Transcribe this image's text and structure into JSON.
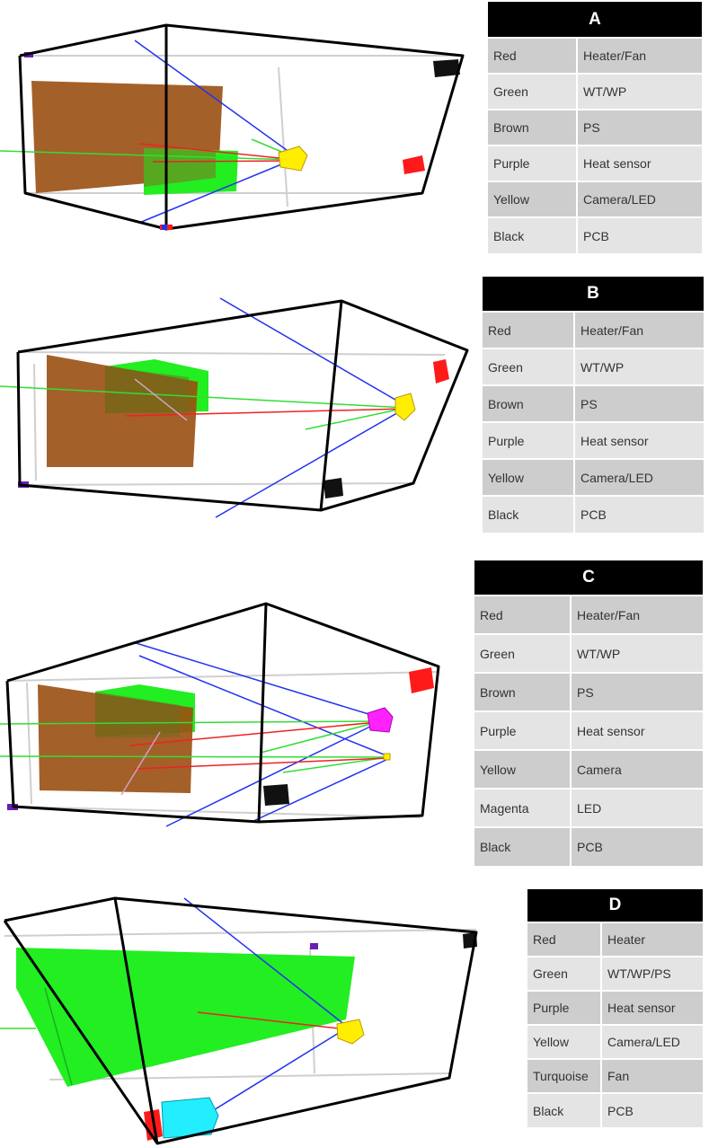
{
  "panels": [
    {
      "label": "A",
      "rows": [
        {
          "color": "Red",
          "component": "Heater/Fan"
        },
        {
          "color": "Green",
          "component": "WT/WP"
        },
        {
          "color": "Brown",
          "component": "PS"
        },
        {
          "color": "Purple",
          "component": "Heat sensor"
        },
        {
          "color": "Yellow",
          "component": "Camera/LED"
        },
        {
          "color": "Black",
          "component": "PCB"
        }
      ]
    },
    {
      "label": "B",
      "rows": [
        {
          "color": "Red",
          "component": "Heater/Fan"
        },
        {
          "color": "Green",
          "component": "WT/WP"
        },
        {
          "color": "Brown",
          "component": "PS"
        },
        {
          "color": "Purple",
          "component": "Heat sensor"
        },
        {
          "color": "Yellow",
          "component": "Camera/LED"
        },
        {
          "color": "Black",
          "component": "PCB"
        }
      ]
    },
    {
      "label": "C",
      "rows": [
        {
          "color": "Red",
          "component": "Heater/Fan"
        },
        {
          "color": "Green",
          "component": "WT/WP"
        },
        {
          "color": "Brown",
          "component": "PS"
        },
        {
          "color": "Purple",
          "component": "Heat sensor"
        },
        {
          "color": "Yellow",
          "component": "Camera"
        },
        {
          "color": "Magenta",
          "component": "LED"
        },
        {
          "color": "Black",
          "component": "PCB"
        }
      ]
    },
    {
      "label": "D",
      "rows": [
        {
          "color": "Red",
          "component": "Heater"
        },
        {
          "color": "Green",
          "component": "WT/WP/PS"
        },
        {
          "color": "Purple",
          "component": "Heat sensor"
        },
        {
          "color": "Yellow",
          "component": "Camera/LED"
        },
        {
          "color": "Turquoise",
          "component": "Fan"
        },
        {
          "color": "Black",
          "component": "PCB"
        }
      ]
    }
  ],
  "colors": {
    "red": "#ff1a1a",
    "green": "#22ee22",
    "brown": "#9a4f12",
    "purple": "#6a1fb0",
    "yellow": "#ffee00",
    "magenta": "#ff22ff",
    "turquoise": "#22eeff",
    "black": "#111111",
    "ray_blue": "#2233ee",
    "ray_red": "#ee2222",
    "ray_green": "#33dd33"
  }
}
